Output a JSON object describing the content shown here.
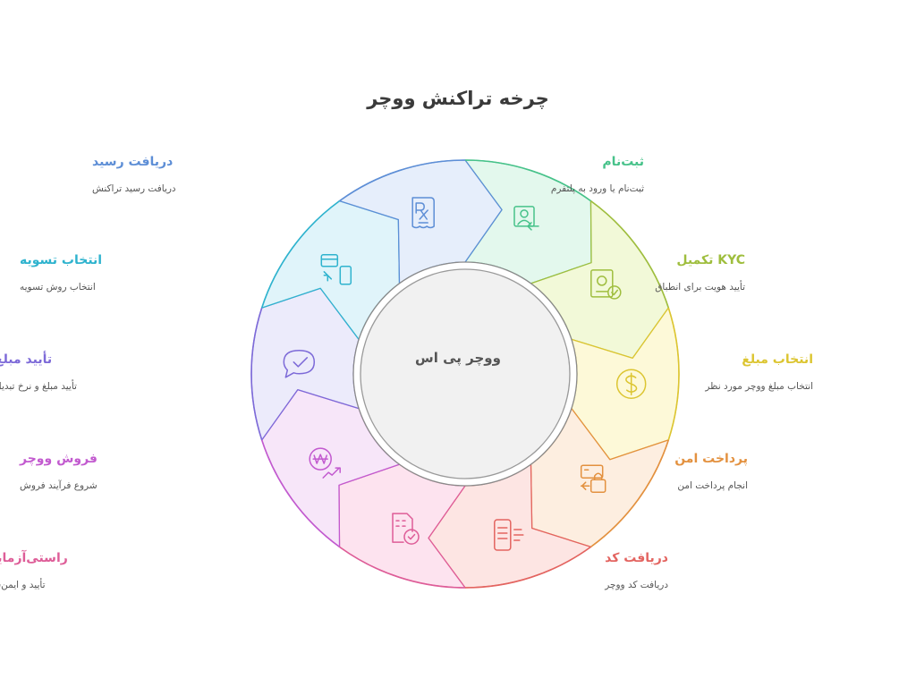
{
  "title": "چرخه تراکنش ووچر",
  "center_label": "ووچر پی اس",
  "steps": [
    {
      "heading": "ثبت‌نام",
      "desc": "ثبت‌نام یا ورود به پلتفرم",
      "color": "#47c28a",
      "fill": "#e3f8ed",
      "icon": "user-login-icon"
    },
    {
      "heading": "KYC تکمیل",
      "desc": "تأیید هویت برای انطباق",
      "color": "#9fbe3e",
      "fill": "#f2f9d8",
      "icon": "id-verification-icon"
    },
    {
      "heading": "انتخاب مبلغ",
      "desc": "انتخاب مبلغ ووچر مورد نظر",
      "color": "#dcc531",
      "fill": "#fdf9d8",
      "icon": "dollar-coin-icon"
    },
    {
      "heading": "پرداخت امن",
      "desc": "انجام پرداخت امن",
      "color": "#e3913f",
      "fill": "#fdeee0",
      "icon": "lock-payment-icon"
    },
    {
      "heading": "دریافت کد",
      "desc": "دریافت کد ووچر",
      "color": "#e36460",
      "fill": "#fde5e3",
      "icon": "mobile-code-icon"
    },
    {
      "heading": "راستی‌آزمایی کد",
      "desc": "تأیید و ایمن‌سازی کد",
      "color": "#de5d98",
      "fill": "#fde3ef",
      "icon": "code-verify-icon"
    },
    {
      "heading": "فروش ووچر",
      "desc": "شروع فرآیند فروش",
      "color": "#c25acf",
      "fill": "#f7e6f9",
      "icon": "won-trend-icon"
    },
    {
      "heading": "تأیید مبلغ",
      "desc": "تأیید مبلغ و نرخ تبدیل",
      "color": "#7d6ad8",
      "fill": "#ecebfb",
      "icon": "chat-check-icon"
    },
    {
      "heading": "انتخاب تسویه",
      "desc": "انتخاب روش تسویه",
      "color": "#2fb3ce",
      "fill": "#e0f4fa",
      "icon": "card-transfer-icon"
    },
    {
      "heading": "دریافت رسید",
      "desc": "دریافت رسید تراکنش",
      "color": "#5d8ed6",
      "fill": "#e6eefb",
      "icon": "receipt-icon"
    }
  ]
}
